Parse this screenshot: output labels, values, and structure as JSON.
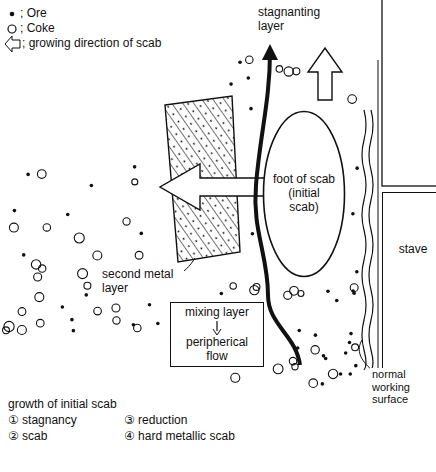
{
  "diagram": {
    "nodes": [
      {
        "text": [
          "foot of scab (initial scab)"
        ]
      },
      {
        "text": [
          "stave"
        ]
      },
      {
        "text": [
          "mixing layer",
          "peripherical flow"
        ]
      }
    ],
    "labels": [
      "stagnanting layer",
      "second metal layer",
      "normal working surface",
      "growth of initial scab",
      "① stagnancy",
      "③ reduction",
      "② scab",
      "④ hard metallic scab"
    ],
    "legend": [
      {
        "text": "; Ore"
      },
      {
        "text": "; Coke"
      },
      {
        "text": "; growing direction of scab"
      }
    ]
  }
}
